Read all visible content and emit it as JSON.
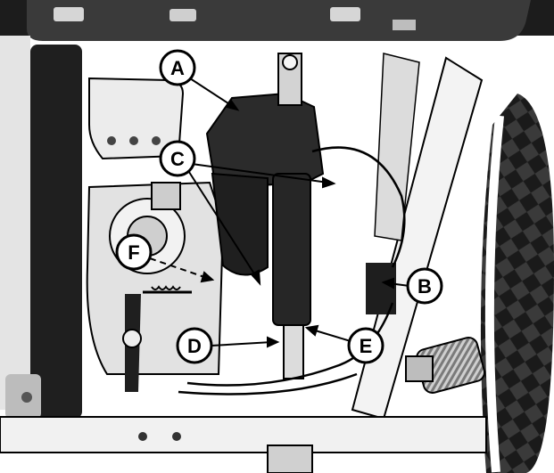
{
  "callouts": {
    "a": "A",
    "b": "B",
    "c": "C",
    "d": "D",
    "e": "E",
    "f": "F"
  },
  "colors": {
    "ink": "#000000",
    "dark_metal": "#2b2b2b",
    "mid_metal": "#8a8a8a",
    "light_metal": "#d9d9d9",
    "background": "#ffffff"
  },
  "icons": {
    "actuator": "linear-actuator",
    "frame": "mower-frame",
    "tire": "tire-tread"
  }
}
